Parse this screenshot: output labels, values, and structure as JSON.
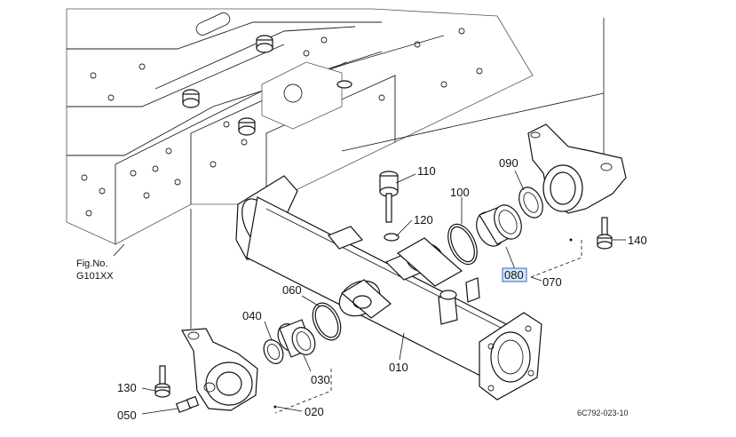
{
  "figure_ref": {
    "line1": "Fig.No.",
    "line2": "G101XX"
  },
  "drawing_code": "6C792-023-10",
  "callouts": {
    "p010": "010",
    "p020": "020",
    "p030": "030",
    "p040": "040",
    "p050": "050",
    "p060": "060",
    "p070": "070",
    "p080": "080",
    "p090": "090",
    "p100": "100",
    "p110": "110",
    "p120": "120",
    "p130": "130",
    "p140": "140"
  },
  "highlighted_callout": "080",
  "colors": {
    "highlight_fill": "#d6e8fb",
    "highlight_stroke": "#2a6cc4"
  }
}
